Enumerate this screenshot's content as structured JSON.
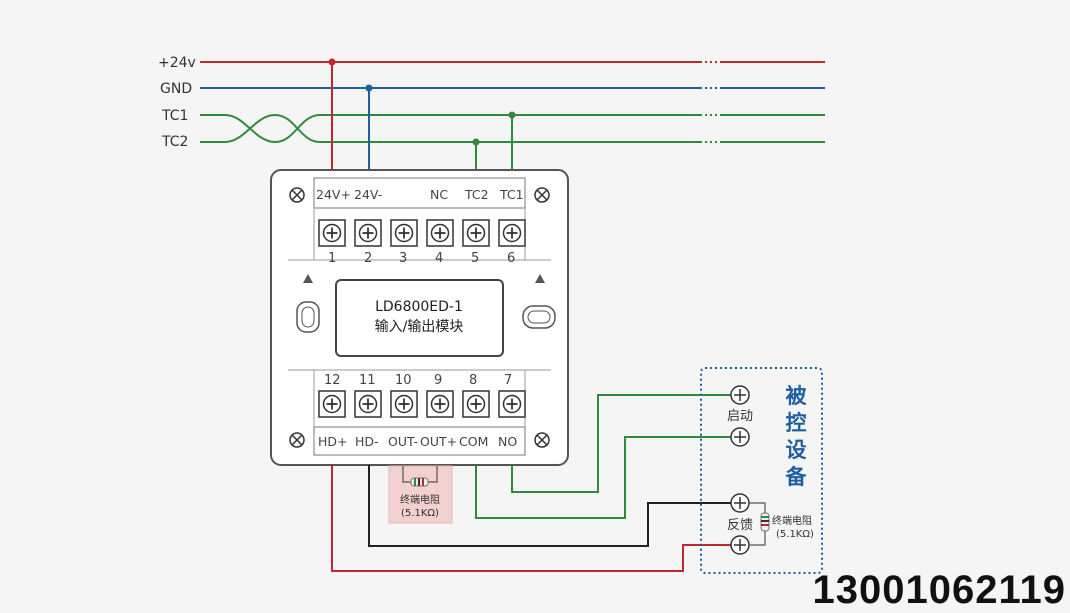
{
  "bus_lines": [
    {
      "label": "+24v",
      "color": "#c0282f"
    },
    {
      "label": "GND",
      "color": "#1f5fa0"
    },
    {
      "label": "TC1",
      "color": "#2e8b3e"
    },
    {
      "label": "TC2",
      "color": "#2e8b3e"
    }
  ],
  "module": {
    "top_terminal_labels": [
      "24V+",
      "24V-",
      "NC",
      "TC2",
      "TC1"
    ],
    "top_terminal_numbers": [
      "1",
      "2",
      "3",
      "4",
      "5",
      "6"
    ],
    "model": "LD6800ED-1",
    "name": "输入/输出模块",
    "bottom_terminal_numbers": [
      "12",
      "11",
      "10",
      "9",
      "8",
      "7"
    ],
    "bottom_terminal_labels": [
      "HD+",
      "HD-",
      "OUT-",
      "OUT+",
      "COM",
      "NO"
    ]
  },
  "resistor_label_1": "终端电阻",
  "resistor_value_1": "(5.1KΩ)",
  "device": {
    "title_chars": [
      "被",
      "控",
      "设",
      "备"
    ],
    "start_label": "启动",
    "feedback_label": "反馈",
    "resistor_label": "终端电阻",
    "resistor_value": "(5.1KΩ)"
  },
  "phone": "13001062119",
  "colors": {
    "red": "#c0282f",
    "blue": "#1f5fa0",
    "green": "#2e8b3e",
    "black": "#222222",
    "dotted_border": "#1f5fa0",
    "resistor_box": "#f3d0d0"
  }
}
